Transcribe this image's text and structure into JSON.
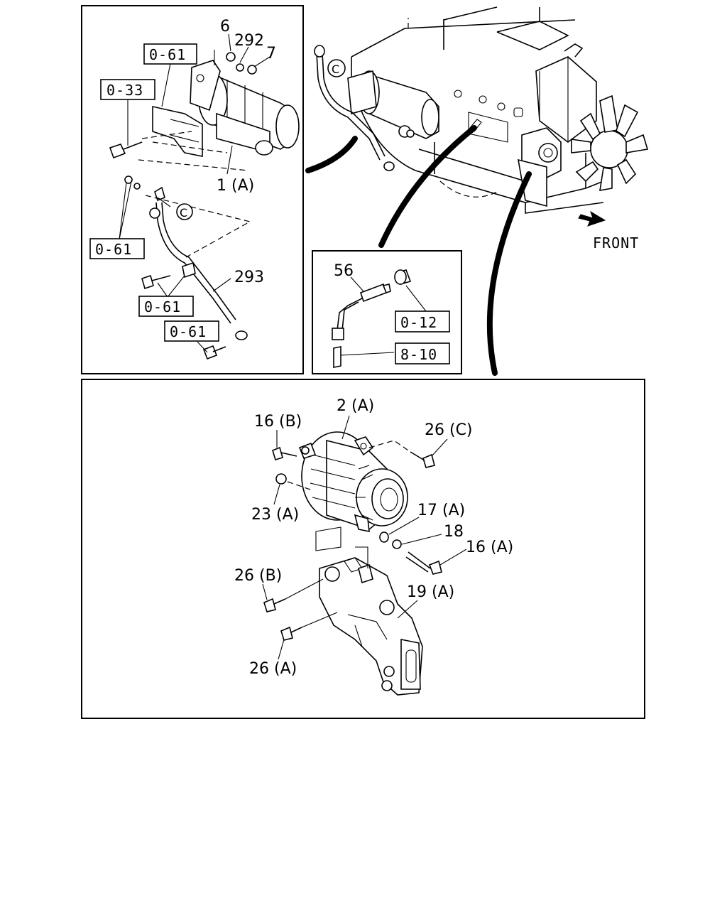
{
  "panels": {
    "starter": {
      "callouts": [
        "6",
        "292",
        "7",
        "1 (A)",
        "293"
      ],
      "ref_boxes": [
        "0-61",
        "0-33",
        "0-61",
        "0-61",
        "0-61"
      ],
      "circle_ref": "C"
    },
    "engine": {
      "circle_ref": "C",
      "direction_label": "FRONT"
    },
    "sensor": {
      "callouts": [
        "56"
      ],
      "ref_boxes": [
        "0-12",
        "8-10"
      ]
    },
    "alternator": {
      "callouts": [
        "2 (A)",
        "16 (B)",
        "26 (C)",
        "23 (A)",
        "17 (A)",
        "18",
        "16 (A)",
        "26 (B)",
        "19 (A)",
        "26 (A)"
      ]
    }
  }
}
